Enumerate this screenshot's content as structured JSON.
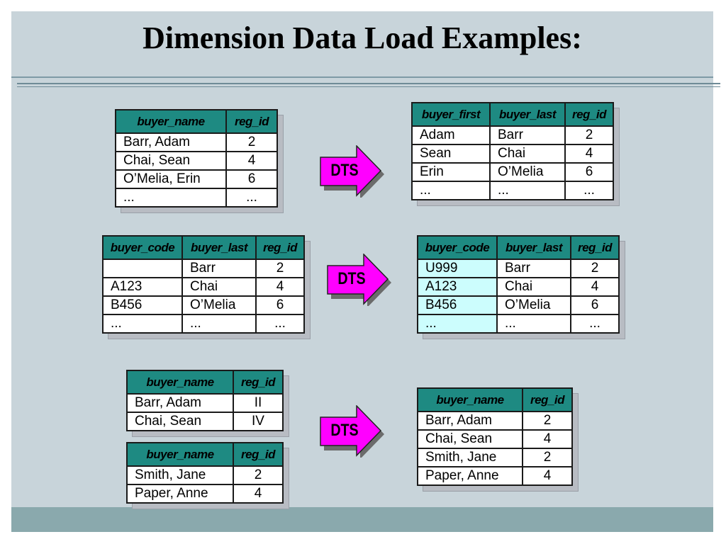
{
  "title": "Dimension Data Load Examples:",
  "colors": {
    "frame": "#c8d4da",
    "header": "#1e8a82",
    "cell_highlight": "#ccfdfd",
    "arrow": "#ff00ff"
  },
  "arrow_label": "DTS",
  "tables": {
    "t1": {
      "headers": [
        "buyer_name",
        "reg_id"
      ],
      "rows": [
        [
          "Barr, Adam",
          "2"
        ],
        [
          "Chai, Sean",
          "4"
        ],
        [
          "O’Melia, Erin",
          "6"
        ],
        [
          "...",
          "..."
        ]
      ]
    },
    "t2": {
      "headers": [
        "buyer_first",
        "buyer_last",
        "reg_id"
      ],
      "rows": [
        [
          "Adam",
          "Barr",
          "2"
        ],
        [
          "Sean",
          "Chai",
          "4"
        ],
        [
          "Erin",
          "O’Melia",
          "6"
        ],
        [
          "...",
          "...",
          "..."
        ]
      ]
    },
    "t3": {
      "headers": [
        "buyer_code",
        "buyer_last",
        "reg_id"
      ],
      "rows": [
        [
          "",
          "Barr",
          "2"
        ],
        [
          "A123",
          "Chai",
          "4"
        ],
        [
          "B456",
          "O’Melia",
          "6"
        ],
        [
          "...",
          "...",
          "..."
        ]
      ]
    },
    "t4": {
      "headers": [
        "buyer_code",
        "buyer_last",
        "reg_id"
      ],
      "rows": [
        [
          "U999",
          "Barr",
          "2"
        ],
        [
          "A123",
          "Chai",
          "4"
        ],
        [
          "B456",
          "O’Melia",
          "6"
        ],
        [
          "...",
          "...",
          "..."
        ]
      ]
    },
    "t5": {
      "headers": [
        "buyer_name",
        "reg_id"
      ],
      "rows": [
        [
          "Barr, Adam",
          "II"
        ],
        [
          "Chai, Sean",
          "IV"
        ]
      ]
    },
    "t6": {
      "headers": [
        "buyer_name",
        "reg_id"
      ],
      "rows": [
        [
          "Smith, Jane",
          "2"
        ],
        [
          "Paper, Anne",
          "4"
        ]
      ]
    },
    "t7": {
      "headers": [
        "buyer_name",
        "reg_id"
      ],
      "rows": [
        [
          "Barr, Adam",
          "2"
        ],
        [
          "Chai, Sean",
          "4"
        ],
        [
          "Smith, Jane",
          "2"
        ],
        [
          "Paper, Anne",
          "4"
        ]
      ]
    }
  }
}
